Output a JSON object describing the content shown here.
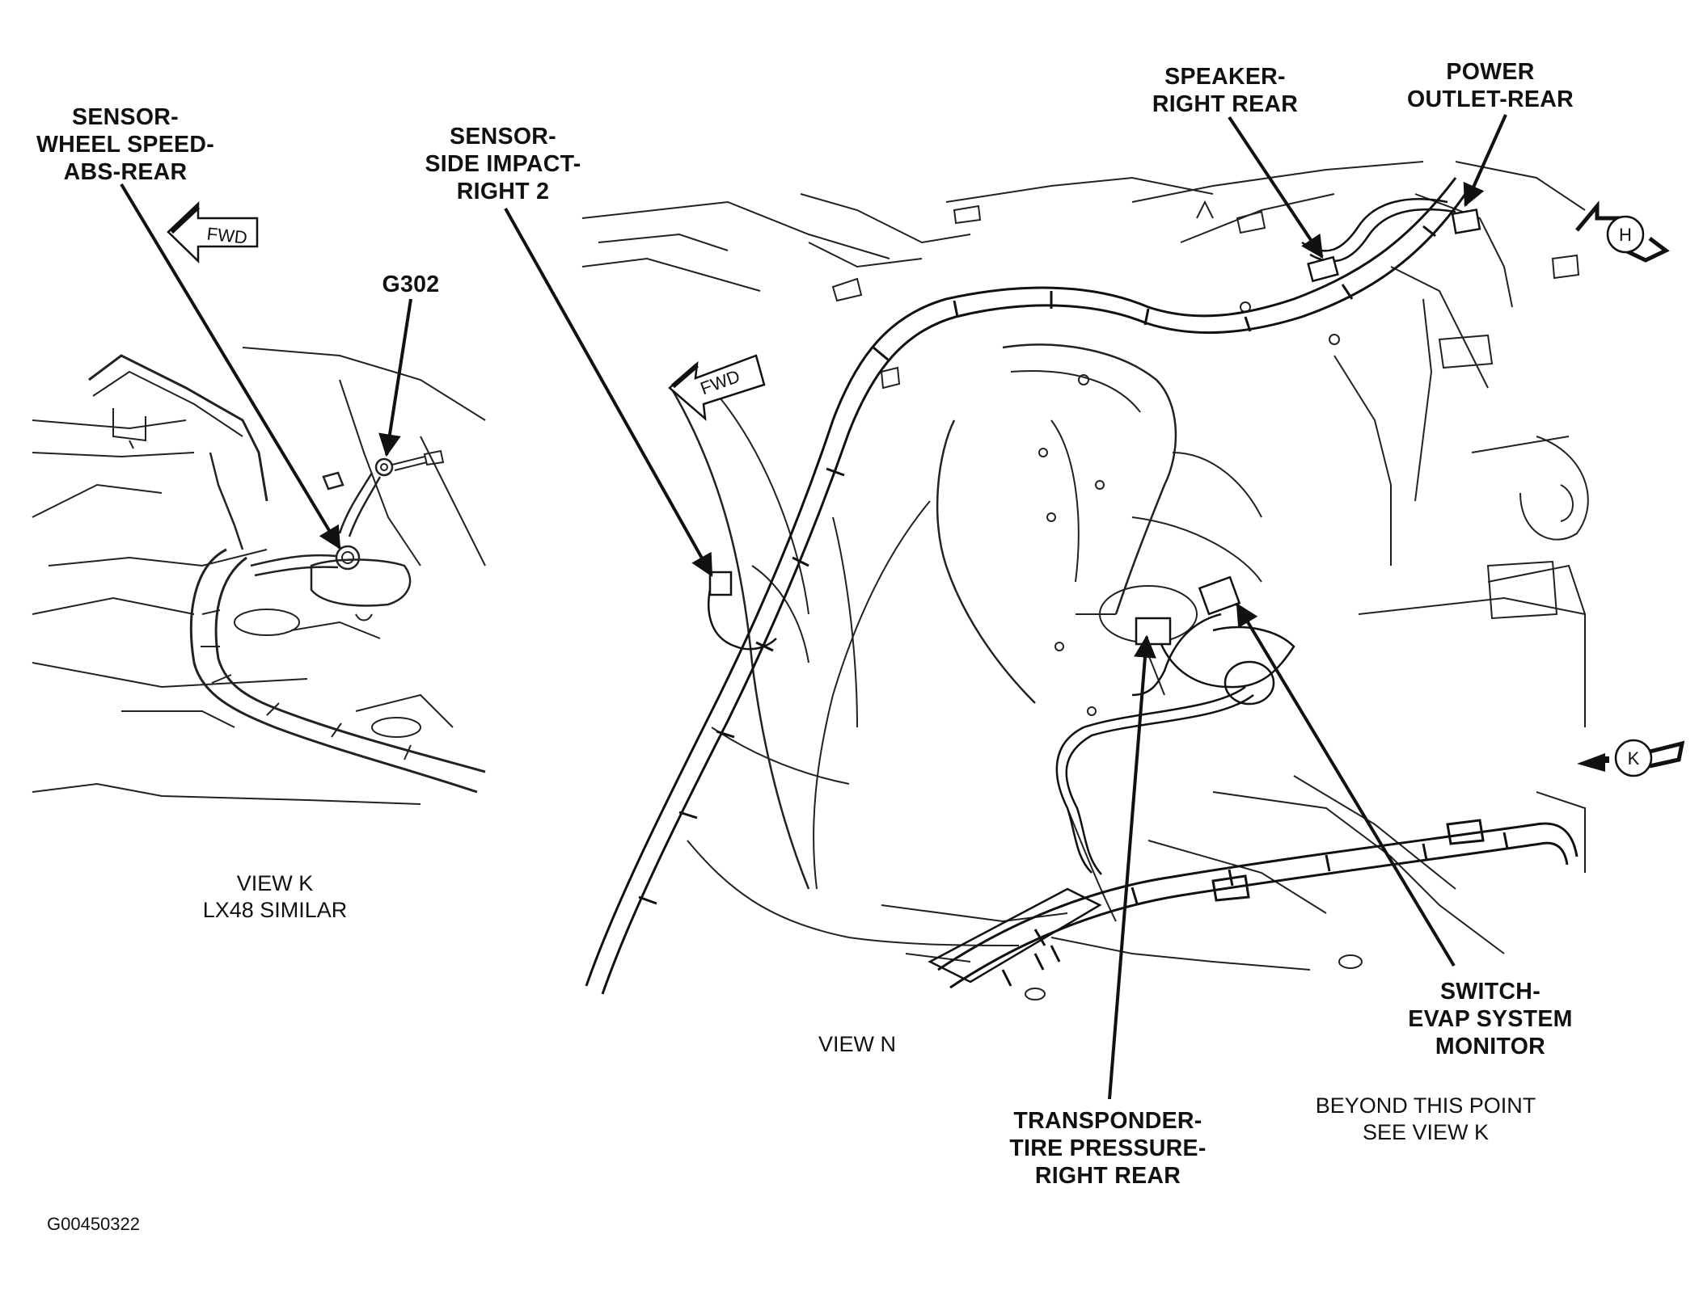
{
  "figure_id": "G00450322",
  "direction_label": "FWD",
  "views": {
    "view_k": {
      "caption": [
        "VIEW K",
        "LX48 SIMILAR"
      ]
    },
    "view_n": {
      "caption": "VIEW N"
    }
  },
  "view_callouts": {
    "h": "H",
    "k": "K"
  },
  "callouts": {
    "sensor_wheel_speed": [
      "SENSOR-",
      "WHEEL SPEED-",
      "ABS-REAR"
    ],
    "g302": "G302",
    "sensor_side_impact": [
      "SENSOR-",
      "SIDE IMPACT-",
      "RIGHT 2"
    ],
    "speaker_right_rear": [
      "SPEAKER-",
      "RIGHT REAR"
    ],
    "power_outlet_rear": [
      "POWER",
      "OUTLET-REAR"
    ],
    "switch_evap": [
      "SWITCH-",
      "EVAP SYSTEM",
      "MONITOR"
    ],
    "transponder": [
      "TRANSPONDER-",
      "TIRE PRESSURE-",
      "RIGHT REAR"
    ],
    "beyond_note": [
      "BEYOND THIS POINT",
      "SEE VIEW K"
    ]
  }
}
